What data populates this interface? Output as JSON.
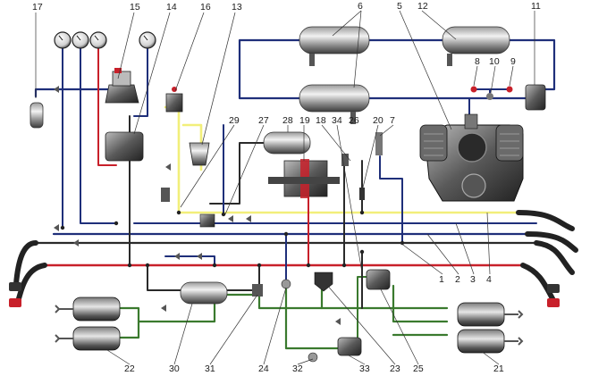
{
  "colors": {
    "pipe_blue": "#1f2f7a",
    "pipe_red": "#c8202a",
    "pipe_yellow": "#f2ef7a",
    "pipe_green": "#3a7a2e",
    "pipe_dark": "#2a2a2a",
    "metal_dark": "#4a4a4a",
    "metal_light": "#cfcfcf",
    "hose": "#222222"
  },
  "labels": {
    "n1": "1",
    "n2": "2",
    "n3": "3",
    "n4": "4",
    "n5": "5",
    "n6": "6",
    "n7": "7",
    "n8": "8",
    "n9": "9",
    "n10": "10",
    "n11": "11",
    "n12": "12",
    "n13": "13",
    "n14": "14",
    "n15": "15",
    "n16": "16",
    "n17": "17",
    "n18": "18",
    "n19": "19",
    "n20": "20",
    "n21": "21",
    "n22": "22",
    "n23": "23",
    "n24": "24",
    "n25": "25",
    "n26": "26",
    "n27": "27",
    "n28": "28",
    "n29": "29",
    "n30": "30",
    "n31": "31",
    "n32": "32",
    "n33": "33",
    "n34": "34"
  }
}
